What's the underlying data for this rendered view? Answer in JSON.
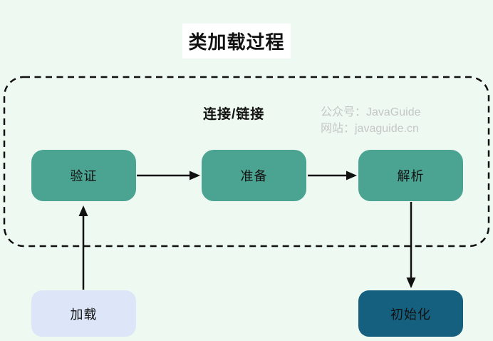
{
  "title": "类加载过程",
  "frame": {
    "label": "连接/链接"
  },
  "watermark": {
    "line1": "公众号：JavaGuide",
    "line2": "网站：javaguide.cn"
  },
  "nodes": {
    "verify": {
      "label": "验证"
    },
    "prepare": {
      "label": "准备"
    },
    "resolve": {
      "label": "解析"
    },
    "load": {
      "label": "加载"
    },
    "initialize": {
      "label": "初始化"
    }
  },
  "colors": {
    "page-bg": "#eefaf1",
    "title-bg": "#ffffff",
    "stage-teal": "#4ba392",
    "load-light-blue": "#dce6f8",
    "init-dark-blue": "#16607f",
    "watermark-gray": "#c6c6c6",
    "ink": "#111111"
  }
}
